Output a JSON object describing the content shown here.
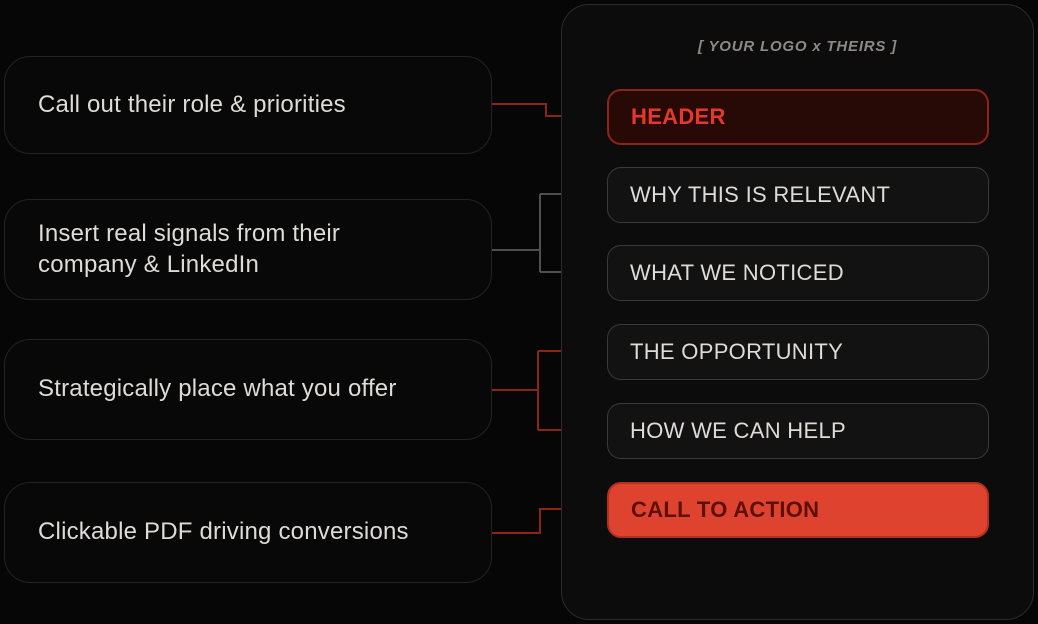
{
  "colors": {
    "bg": "#060606",
    "panel_bg": "#0c0c0c",
    "panel_border": "#2b2b2b",
    "box_bg": "#080808",
    "box_border": "#232323",
    "text_primary": "#dedcd9",
    "muted": "#8d8a86",
    "red_accent": "#e5382a",
    "header_bg": "#270a06",
    "header_border": "#8e2418",
    "cta_bg": "#de4330",
    "cta_text": "#5e1007",
    "line_red": "#8c2418",
    "line_gray": "#4f4f4f"
  },
  "left_annotations": [
    {
      "label": "Call out their role & priorities"
    },
    {
      "label": "Insert real signals from their\ncompany & LinkedIn"
    },
    {
      "label": "Strategically place what you offer"
    },
    {
      "label": "Clickable PDF driving conversions"
    }
  ],
  "panel": {
    "logo_label": "[ YOUR LOGO x THEIRS ]",
    "sections": [
      {
        "label": "HEADER",
        "style": "header"
      },
      {
        "label": "WHY THIS IS RELEVANT",
        "style": "default"
      },
      {
        "label": "WHAT WE NOTICED",
        "style": "default"
      },
      {
        "label": "THE OPPORTUNITY",
        "style": "default"
      },
      {
        "label": "HOW WE CAN HELP",
        "style": "default"
      },
      {
        "label": "CALL TO ACTION",
        "style": "cta"
      }
    ]
  }
}
